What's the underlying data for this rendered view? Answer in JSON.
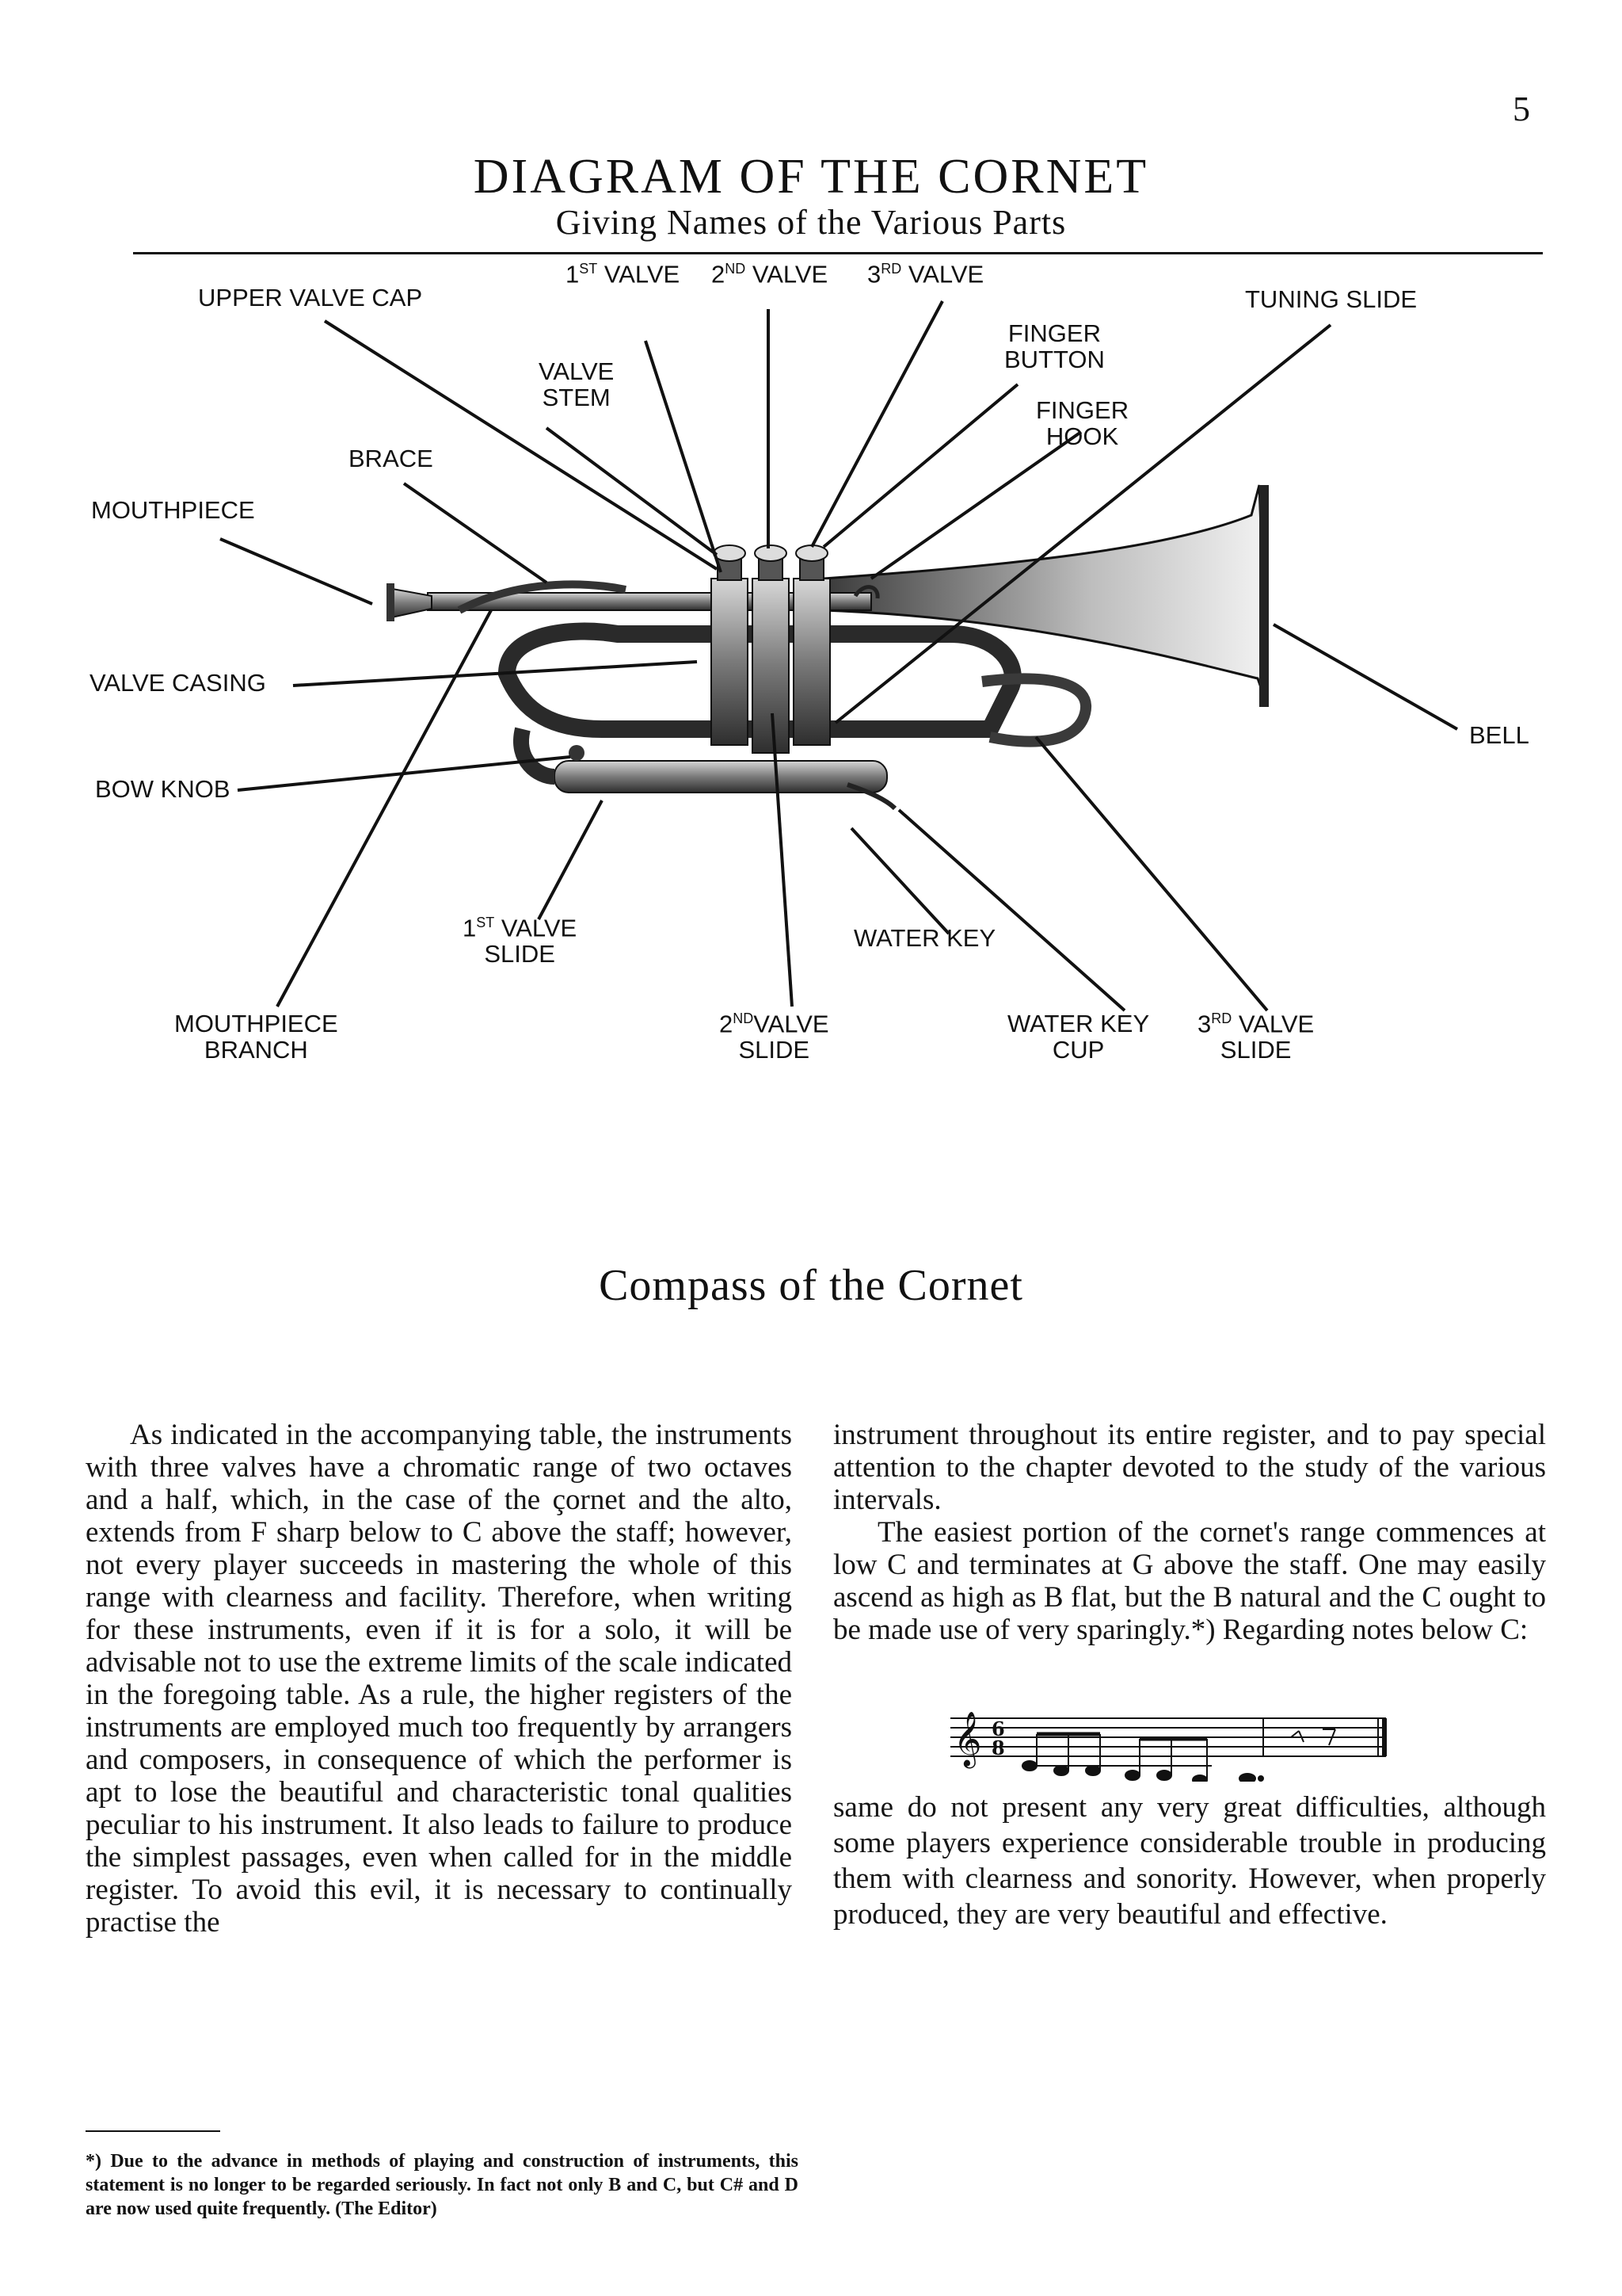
{
  "page": {
    "number": "5",
    "title": "DIAGRAM OF THE CORNET",
    "subtitle": "Giving Names of the Various Parts"
  },
  "diagram": {
    "labels": {
      "upper_valve_cap": "UPPER VALVE CAP",
      "first_valve_num": "1",
      "first_valve_sup": "ST",
      "first_valve_word": " VALVE",
      "second_valve_num": "2",
      "second_valve_sup": "ND",
      "second_valve_word": " VALVE",
      "third_valve_num": "3",
      "third_valve_sup": "RD",
      "third_valve_word": " VALVE",
      "finger_button_1": "FINGER",
      "finger_button_2": "BUTTON",
      "finger_hook_1": "FINGER",
      "finger_hook_2": "HOOK",
      "tuning_slide": "TUNING SLIDE",
      "valve_stem_1": "VALVE",
      "valve_stem_2": "STEM",
      "brace": "BRACE",
      "mouthpiece": "MOUTHPIECE",
      "valve_casing": "VALVE CASING",
      "bow_knob": "BOW KNOB",
      "bell": "BELL",
      "first_valve_slide_num": "1",
      "first_valve_slide_sup": "ST",
      "first_valve_slide_word": " VALVE",
      "first_valve_slide_2": "SLIDE",
      "water_key": "WATER KEY",
      "mouthpiece_branch_1": "MOUTHPIECE",
      "mouthpiece_branch_2": "BRANCH",
      "second_valve_slide_num": "2",
      "second_valve_slide_sup": "ND",
      "second_valve_slide_word": "VALVE",
      "second_valve_slide_2": "SLIDE",
      "water_key_cup_1": "WATER KEY",
      "water_key_cup_2": "CUP",
      "third_valve_slide_num": "3",
      "third_valve_slide_sup": "RD",
      "third_valve_slide_word": " VALVE",
      "third_valve_slide_2": "SLIDE"
    }
  },
  "compass": {
    "heading": "Compass of the Cornet",
    "left_column": "As indicated in the accompanying table, the instruments with three valves have a chromatic range of two octaves and a half, which, in the case of the çornet and the alto, extends from F sharp below to C above the staff; however, not every player succeeds in mastering the whole of this range with clearness and facility. Therefore, when writing for these instruments, even if it is for a solo, it will be advisable not to use the extreme limits of the scale indicated in the foregoing table. As a rule, the higher registers of the instruments are employed much too frequently by arrangers and composers, in consequence of which the performer is apt to lose the beautiful and characteristic tonal qualities peculiar to his instrument. It also leads to failure to produce the simplest passages, even when called for in the middle register. To avoid this evil, it is necessary to continually practise the",
    "right_column_p1": "instrument throughout its entire register, and to pay special attention to the chapter devoted to the study of the various intervals.",
    "right_column_p2": "The easiest portion of the cornet's range commences at low C and terminates at G above the staff. One may easily ascend as high as B flat, but the B natural and the C ought to be made use of very sparingly.*) Regarding notes below C:",
    "right_column_p3": "same do not present any very great difficulties, although some players experience considerable trouble in producing them with clearness and sonority. However, when properly produced, they are very beautiful and effective.",
    "music_time_signature_top": "6",
    "music_time_signature_bottom": "8"
  },
  "footnote": {
    "text": "*) Due to the advance in methods of playing and construction of instruments, this statement is no longer to be regarded seriously. In fact not only B and C, but C# and D are now used quite frequently. (The Editor)"
  }
}
